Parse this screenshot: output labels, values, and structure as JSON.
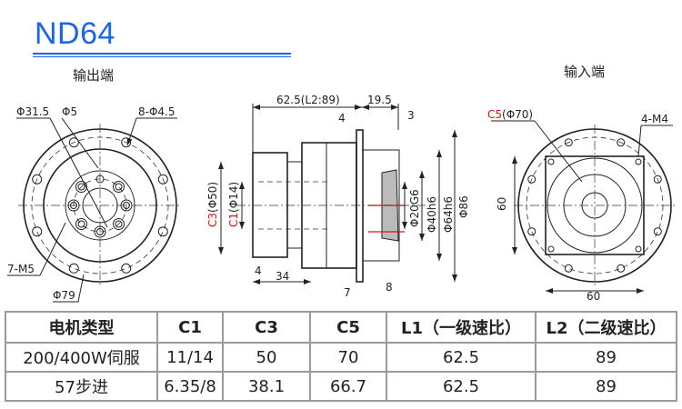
{
  "title": "ND64",
  "accent_color": "#1a66e8",
  "views": {
    "output_label": "输出端",
    "input_label": "输入端"
  },
  "output_view": {
    "d31": "Φ31.5",
    "d5": "Φ5",
    "holes": "8-Φ4.5",
    "threads": "7-M5",
    "d79": "Φ79"
  },
  "side_view": {
    "length": "62.5(L2:89)",
    "flange_len": "19.5",
    "d4": "4",
    "d3": "3",
    "c3": "C3",
    "c3_val": "(Φ50)",
    "c1": "C1",
    "c1_val": "(Φ14)",
    "d20": "Φ20G6",
    "d40": "Φ40h6",
    "d64": "Φ64h6",
    "d86": "Φ86",
    "b4": "4",
    "b34": "34",
    "b7": "7",
    "b8": "8"
  },
  "input_view": {
    "c5": "C5",
    "c5_val": "(Φ70)",
    "m4": "4-M4",
    "w60": "60",
    "h60": "60"
  },
  "table": {
    "headers": [
      "电机类型",
      "C1",
      "C3",
      "C5",
      "L1（一级速比）",
      "L2（二级速比）"
    ],
    "rows": [
      [
        "200/400W伺服",
        "11/14",
        "50",
        "70",
        "62.5",
        "89"
      ],
      [
        "57步进",
        "6.35/8",
        "38.1",
        "66.7",
        "62.5",
        "89"
      ]
    ]
  }
}
